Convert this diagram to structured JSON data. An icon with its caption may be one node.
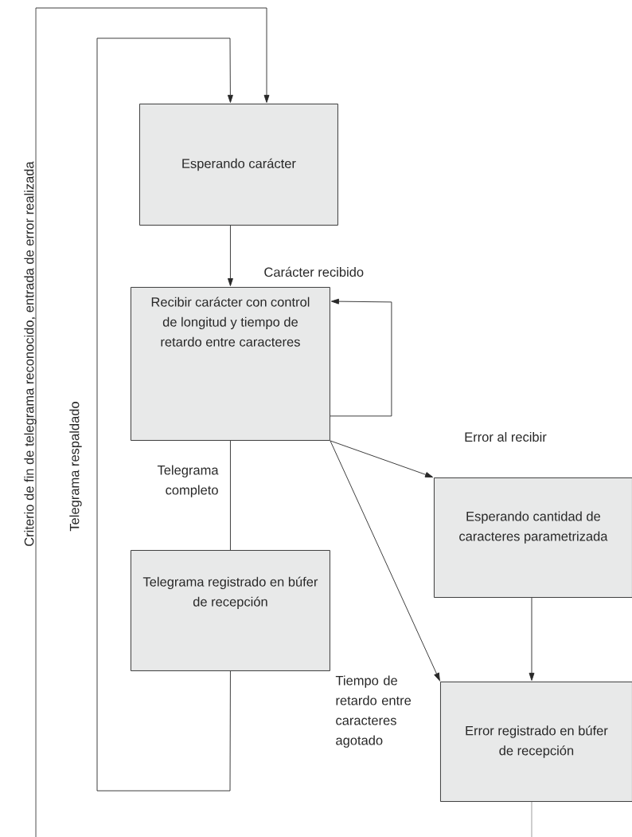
{
  "diagram": {
    "nodes": [
      {
        "text": [
          "Esperando carácter"
        ]
      },
      {
        "text": [
          "Recibir carácter con control de longitud y tiempo de retardo entre caracteres"
        ]
      },
      {
        "text": [
          "Esperando cantidad de caracteres parametrizada"
        ]
      },
      {
        "text": [
          "Telegrama registrado en búfer de recepción"
        ]
      },
      {
        "text": [
          "Error registrado en búfer de recepción"
        ]
      }
    ],
    "edges": [
      {
        "from": 0,
        "to": 1,
        "arrow": "to",
        "label": "Carácter recibido"
      },
      {
        "from": 1,
        "to": 1,
        "arrow": "to"
      },
      {
        "from": 1,
        "to": 2,
        "arrow": "to",
        "label": "Error al recibir"
      },
      {
        "from": 1,
        "to": 4,
        "arrow": "to",
        "label": "Tiempo de retardo entre caracteres agotado"
      },
      {
        "from": 2,
        "to": 4,
        "arrow": "to"
      },
      {
        "from": 1,
        "to": 3,
        "arrow": "none",
        "label": "Telegrama completo"
      },
      {
        "from": 3,
        "to": 0,
        "arrow": "to",
        "label": "Telegrama respaldado"
      },
      {
        "from": 4,
        "to": null,
        "arrow": "none"
      },
      {
        "from": null,
        "to": 0,
        "arrow": "to",
        "label": "Criterio de fin de telegrama reconocido, entrada de error realizada"
      }
    ]
  }
}
